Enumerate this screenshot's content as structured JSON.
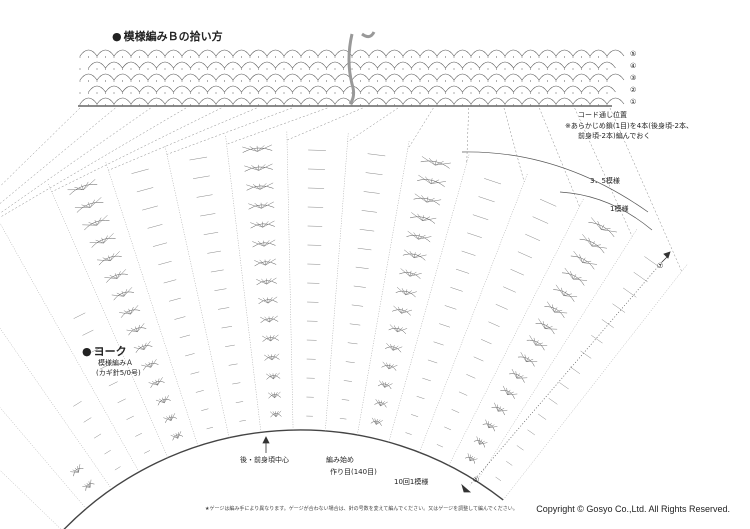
{
  "headings": {
    "pattern_b_pickup": "模様編みＢの拾い方",
    "yoke": "ヨーク"
  },
  "yoke_info": {
    "pattern": "模様編みＡ",
    "hook": "(カギ針5/0号)"
  },
  "pattern_b_rounds": [
    "⑤",
    "④",
    "③",
    "②",
    "①"
  ],
  "notes": {
    "cord_label": "コード通し位置",
    "cord_note_1": "※あらかじめ鎖(1目)を4本(後身頃-2本、",
    "cord_note_2": "前身頃-2本)編んでおく"
  },
  "labels": {
    "repeat_35": "3．5模様",
    "repeat_1": "1模様",
    "back_front_center": "後・前身頃中心",
    "start": "編み始め",
    "foundation_chain": "作り目(140目)",
    "repeat_10": "10回1模様",
    "outer_round_mark": "⑦",
    "inner_round_mark": "①"
  },
  "footnote": "★ゲージは編み手により異なります。ゲージが合わない場合は、針の号数を変えて編んでください。又はゲージを調整して編んでください。",
  "copyright": "Copyright © Gosyo Co.,Ltd. All Rights Reserved."
}
